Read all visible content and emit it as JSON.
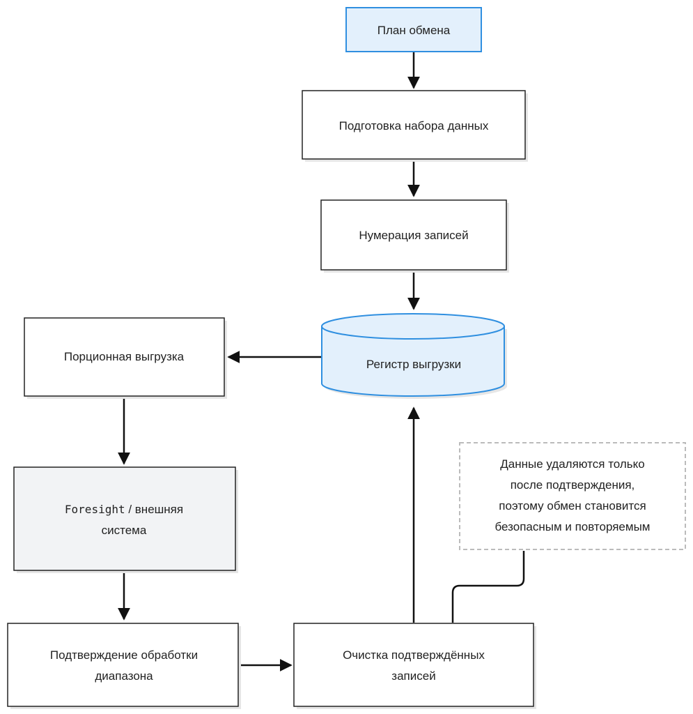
{
  "diagram": {
    "nodes": {
      "plan": {
        "label": "План обмена"
      },
      "prepare": {
        "label": "Подготовка набора данных"
      },
      "numbering": {
        "label": "Нумерация записей"
      },
      "register": {
        "label": "Регистр выгрузки"
      },
      "batch": {
        "label": "Порционная выгрузка"
      },
      "external": {
        "label_mono": "Foresight",
        "label_rest": " / внешняя",
        "label_line2": "система"
      },
      "confirm": {
        "line1": "Подтверждение обработки",
        "line2": "диапазона"
      },
      "cleanup": {
        "line1": "Очистка подтверждённых",
        "line2": "записей"
      }
    },
    "note": {
      "lines": [
        "Данные удаляются только",
        "после подтверждения,",
        "поэтому обмен становится",
        "безопасным и повторяемым"
      ]
    },
    "colors": {
      "highlight_fill": "#e3f0fc",
      "highlight_stroke": "#2f8fe0",
      "external_fill": "#f2f3f5",
      "note_border": "#bbbbbb"
    }
  }
}
